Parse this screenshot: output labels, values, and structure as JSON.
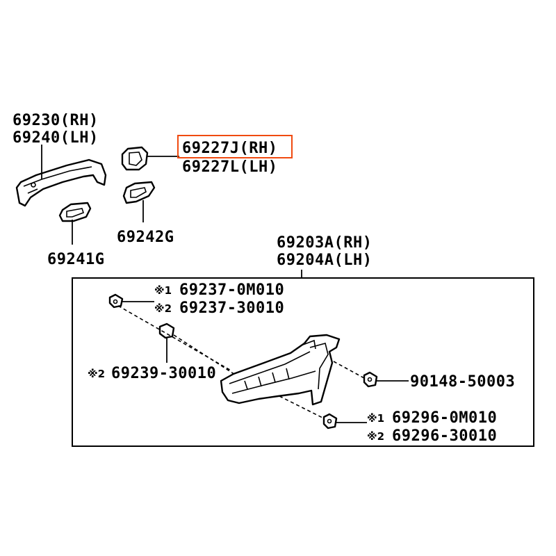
{
  "labels": {
    "handle_rh": "69230(RH)",
    "handle_lh": "69240(LH)",
    "cylinder_rh": "69227J(RH)",
    "cylinder_lh": "69227L(LH)",
    "pad_242g": "69242G",
    "pad_241g": "69241G",
    "frame_rh": "69203A(RH)",
    "frame_lh": "69204A(LH)",
    "clip_1_part": "69237-0M010",
    "clip_2_part": "69237-30010",
    "clip_1_mark": "※1",
    "clip_2_mark": "※2",
    "grommet_mark": "※2",
    "grommet_part": "69239-30010",
    "bolt_part": "90148-50003",
    "screw_1_mark": "※1",
    "screw_1_part": "69296-0M010",
    "screw_2_mark": "※2",
    "screw_2_part": "69296-30010"
  },
  "highlight": {
    "color": "#f04a10",
    "target": "69227J(RH)"
  }
}
